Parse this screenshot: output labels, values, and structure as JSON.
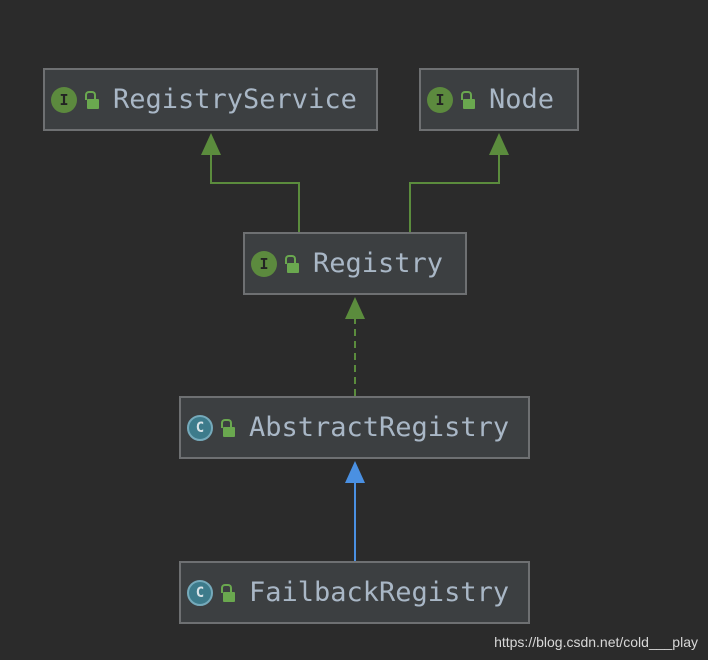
{
  "nodes": {
    "registry_service": {
      "label": "RegistryService",
      "kind_badge": "I",
      "kind": "interface",
      "icon": "unlocked-lock-icon"
    },
    "node": {
      "label": "Node",
      "kind_badge": "I",
      "kind": "interface",
      "icon": "unlocked-lock-icon"
    },
    "registry": {
      "label": "Registry",
      "kind_badge": "I",
      "kind": "interface",
      "icon": "unlocked-lock-icon"
    },
    "abstract_registry": {
      "label": "AbstractRegistry",
      "kind_badge": "C",
      "kind": "class",
      "icon": "unlocked-lock-icon"
    },
    "failback_registry": {
      "label": "FailbackRegistry",
      "kind_badge": "C",
      "kind": "class",
      "icon": "unlocked-lock-icon"
    }
  },
  "edges": [
    {
      "from": "registry",
      "to": "registry_service",
      "type": "extends",
      "style": "solid",
      "color": "#5b8c3d"
    },
    {
      "from": "registry",
      "to": "node",
      "type": "extends",
      "style": "solid",
      "color": "#5b8c3d"
    },
    {
      "from": "abstract_registry",
      "to": "registry",
      "type": "implements",
      "style": "dashed",
      "color": "#5b8c3d"
    },
    {
      "from": "failback_registry",
      "to": "abstract_registry",
      "type": "extends",
      "style": "solid",
      "color": "#4a90e2"
    }
  ],
  "colors": {
    "background": "#2b2b2b",
    "node_fill": "#3c3f41",
    "node_border": "#6e7072",
    "text": "#a9b7c6",
    "interface_badge": "#5c8a3e",
    "class_badge": "#3d7b8b"
  },
  "watermark": "https://blog.csdn.net/cold___play"
}
